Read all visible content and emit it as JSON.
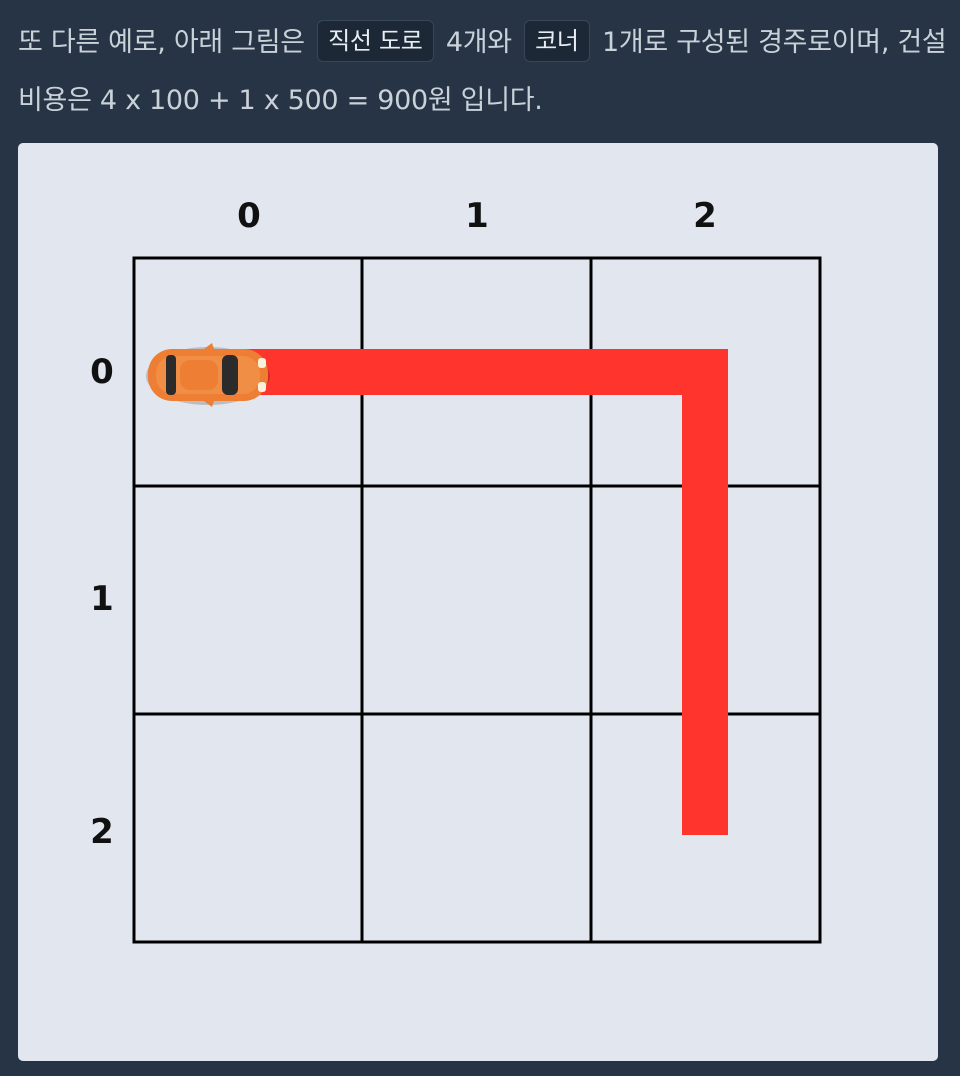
{
  "description": {
    "before_straight": "또 다른 예로, 아래 그림은",
    "straight_road": "직선 도로",
    "between": "4개와",
    "corner": "코너",
    "after_corner": "1개로 구성된 경주로이며, 건설 비용은 4 x 100 + 1 x 500 = 900원 입니다."
  },
  "diagram": {
    "column_labels": [
      "0",
      "1",
      "2"
    ],
    "row_labels": [
      "0",
      "1",
      "2"
    ],
    "road_color": "#ff352d",
    "car_color": "#ee7e34",
    "icons": [
      "car-icon"
    ]
  }
}
